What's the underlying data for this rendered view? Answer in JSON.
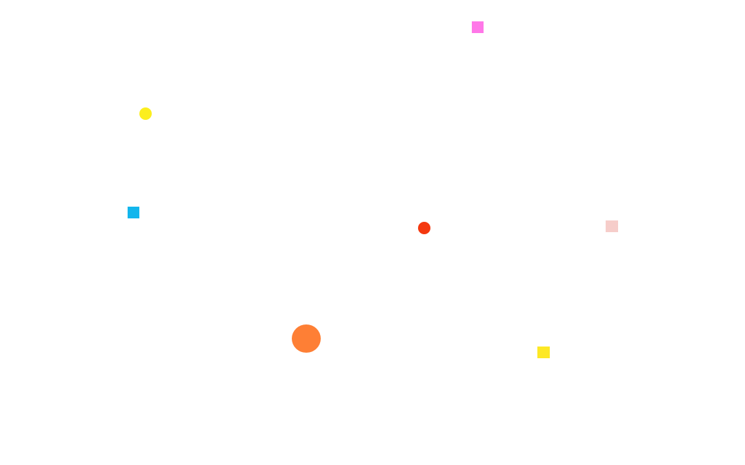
{
  "shapes": [
    {
      "id": "s-pink-square",
      "shape": "square",
      "color": "#ff77e8"
    },
    {
      "id": "s-yellow-circle",
      "shape": "circle",
      "color": "#fcee1e"
    },
    {
      "id": "s-blue-square",
      "shape": "square",
      "color": "#12b6ed"
    },
    {
      "id": "s-red-circle",
      "shape": "circle",
      "color": "#f4380f"
    },
    {
      "id": "s-rose-square",
      "shape": "square",
      "color": "#f6cdca"
    },
    {
      "id": "s-orange-circle",
      "shape": "circle",
      "color": "#fe7f35"
    },
    {
      "id": "s-yellow-square",
      "shape": "square",
      "color": "#fde825"
    }
  ]
}
